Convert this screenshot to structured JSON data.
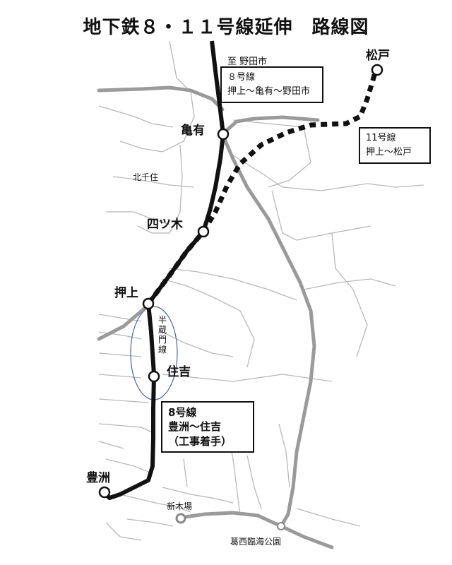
{
  "title": "地下鉄８・１１号線延伸　路線図",
  "destination_label": "至 野田市",
  "stations": {
    "kameari": "亀有",
    "yotsugi": "四ツ木",
    "oshiage": "押上",
    "sumiyoshi": "住吉",
    "toyosu": "豊洲",
    "matsudo": "松戸"
  },
  "places": {
    "kitasenju": "北千住",
    "shinkiba": "新木場",
    "kasai": "葛西臨海公園",
    "hanzomon": "半蔵門線"
  },
  "boxes": {
    "line8_north": {
      "title": "８号線",
      "route": "押上～亀有～野田市"
    },
    "line11": {
      "title": "11号線",
      "route": "押上～松戸"
    },
    "line8_south": {
      "title": "8号線",
      "route": "豊洲～住吉",
      "note": "（工事着手）"
    }
  },
  "colors": {
    "line": "#111111",
    "rail": "#9a9a9a",
    "road": "#b8b8b8",
    "background": "#ffffff"
  }
}
